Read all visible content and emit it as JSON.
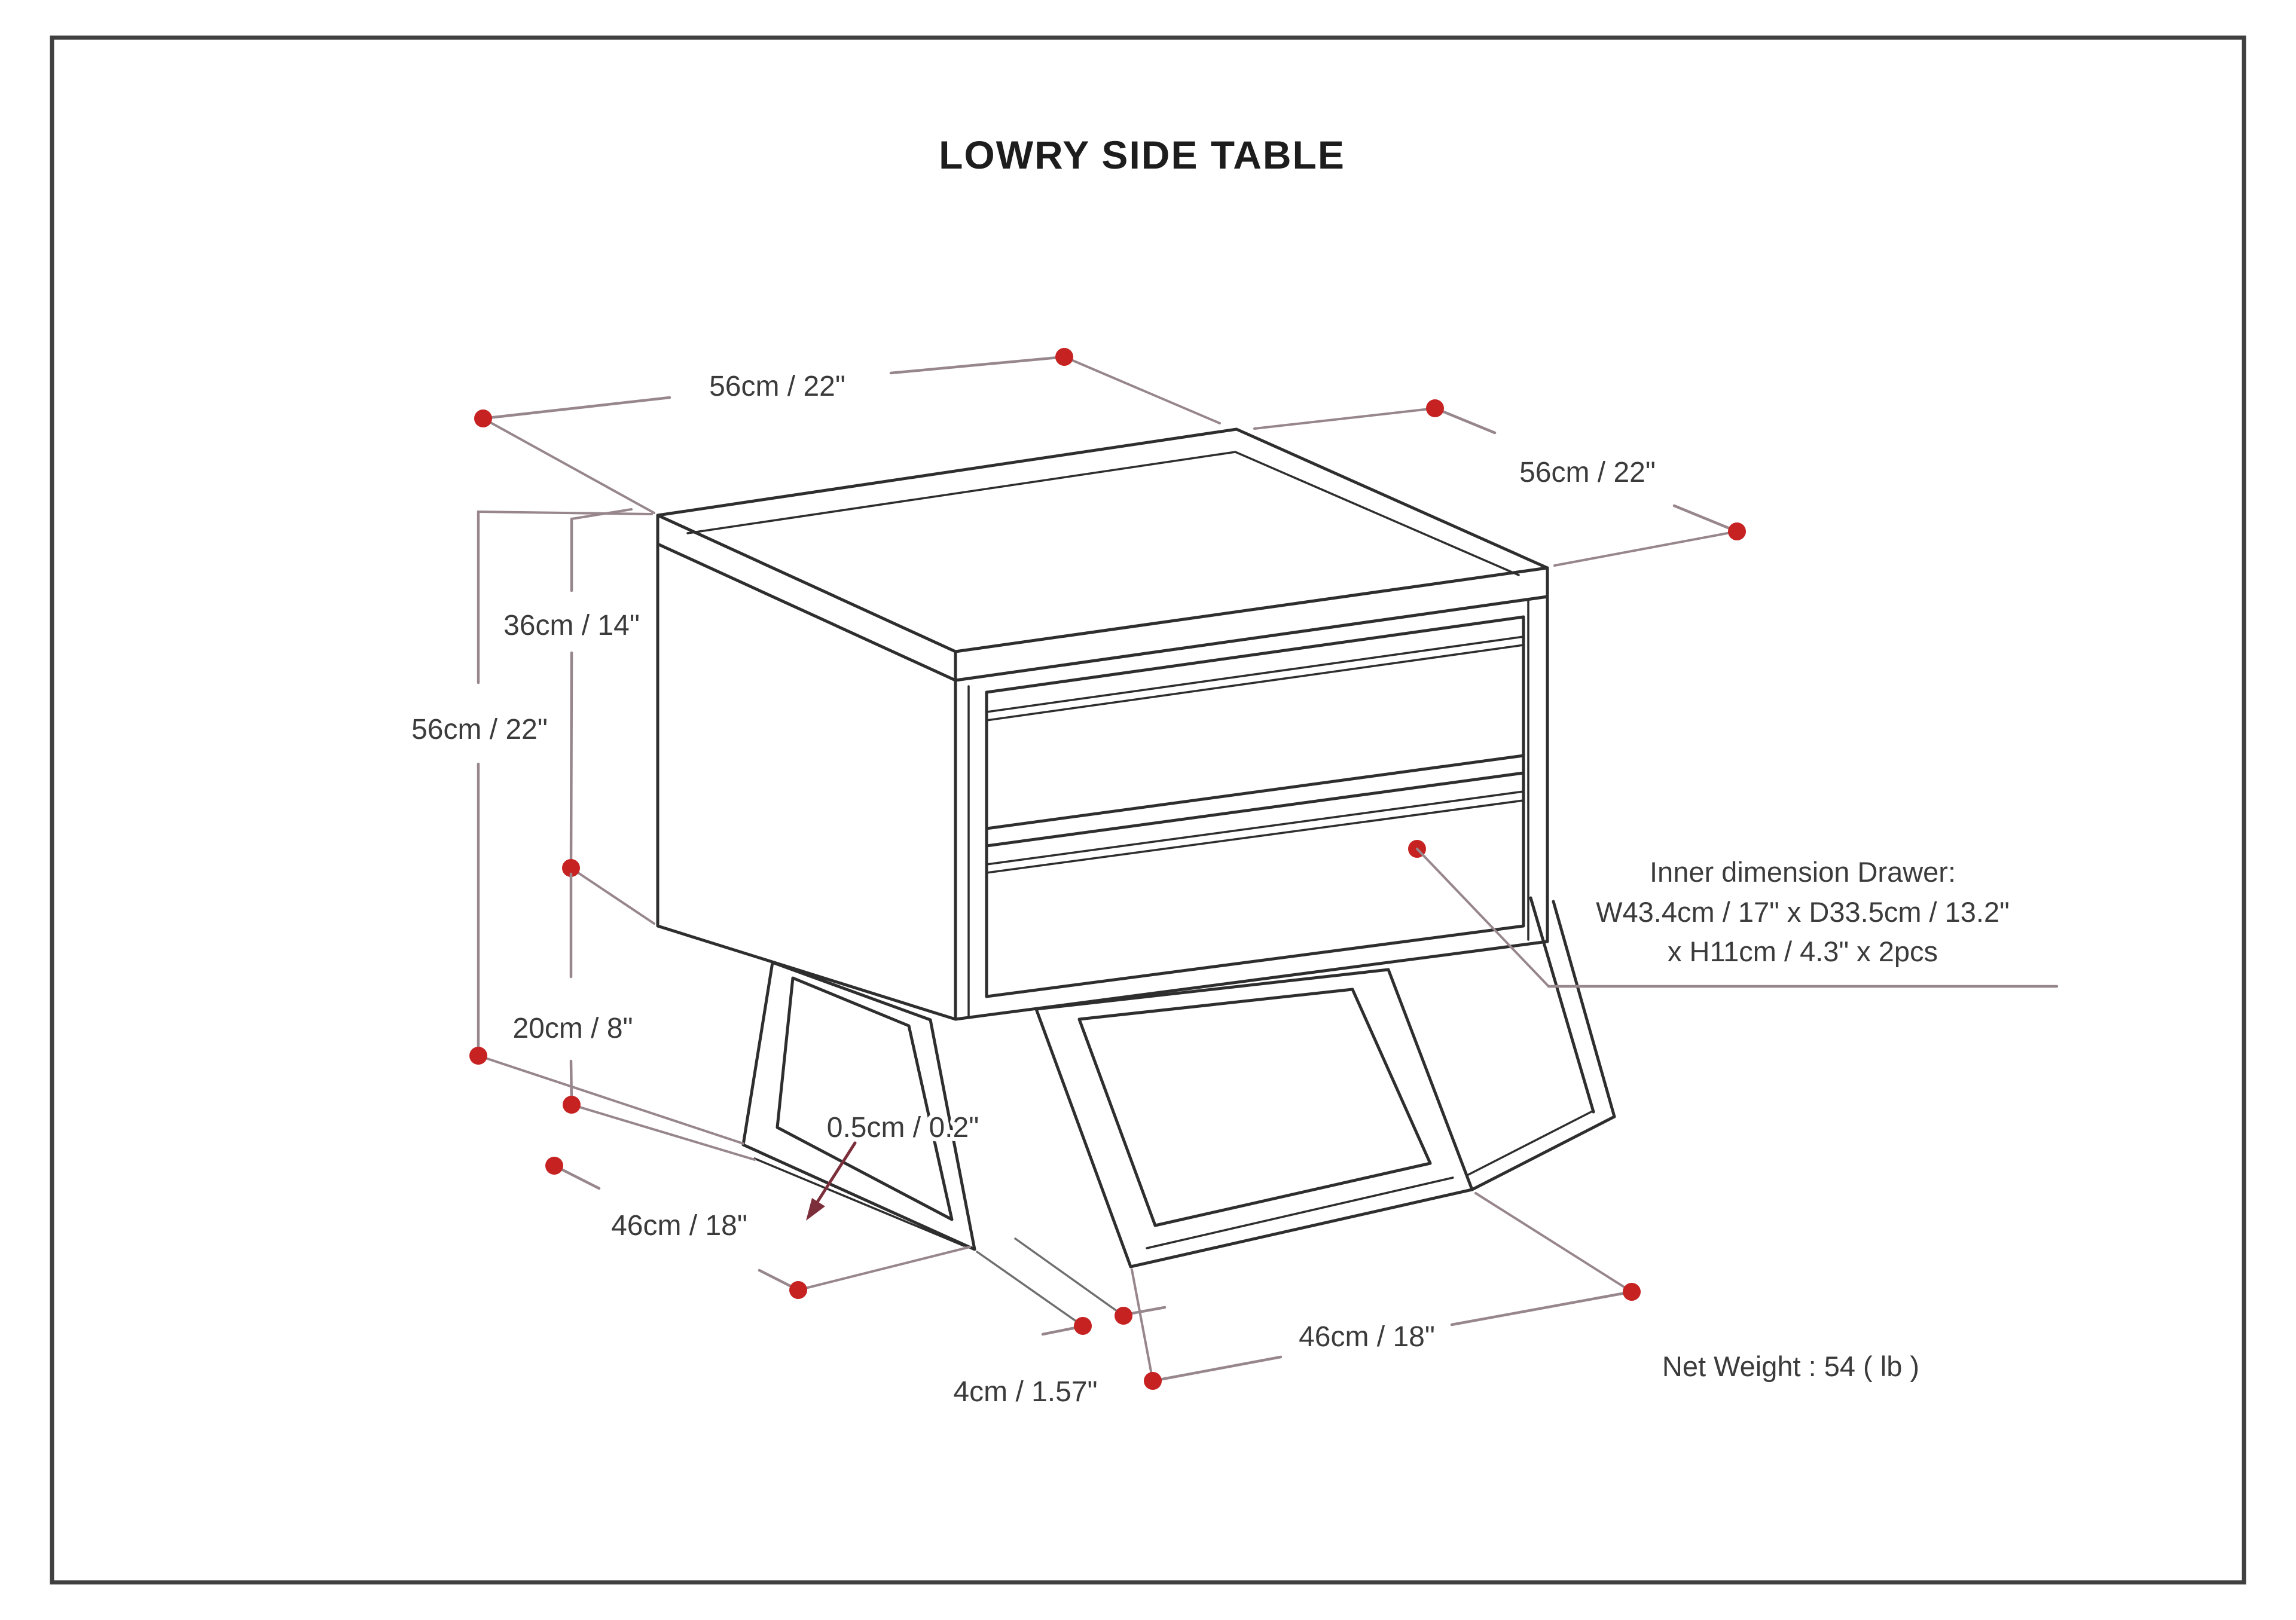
{
  "title": "LOWRY SIDE TABLE",
  "dimensions": {
    "top_depth": "56cm / 22\"",
    "top_width": "56cm / 22\"",
    "body_height": "36cm / 14\"",
    "total_height": "56cm / 22\"",
    "leg_height": "20cm / 8\"",
    "runner_plate": "0.5cm / 0.2\"",
    "base_depth": "46cm / 18\"",
    "foot_width": "4cm / 1.57\"",
    "base_width": "46cm / 18\""
  },
  "drawer_note": {
    "line1": "Inner dimension Drawer:",
    "line2": "W43.4cm / 17\" x D33.5cm / 13.2\"",
    "line3": "x H11cm / 4.3\" x 2pcs"
  },
  "net_weight": "Net Weight : 54 ( lb )",
  "colors": {
    "accent_red": "#c62222",
    "dim_line": "#97868b",
    "arrow_dark_red": "#7c2f3a",
    "outline": "#2e2e2e",
    "label_text": "#3b3b3b",
    "border_color": "#404040",
    "page_bg": "#ffffff"
  }
}
